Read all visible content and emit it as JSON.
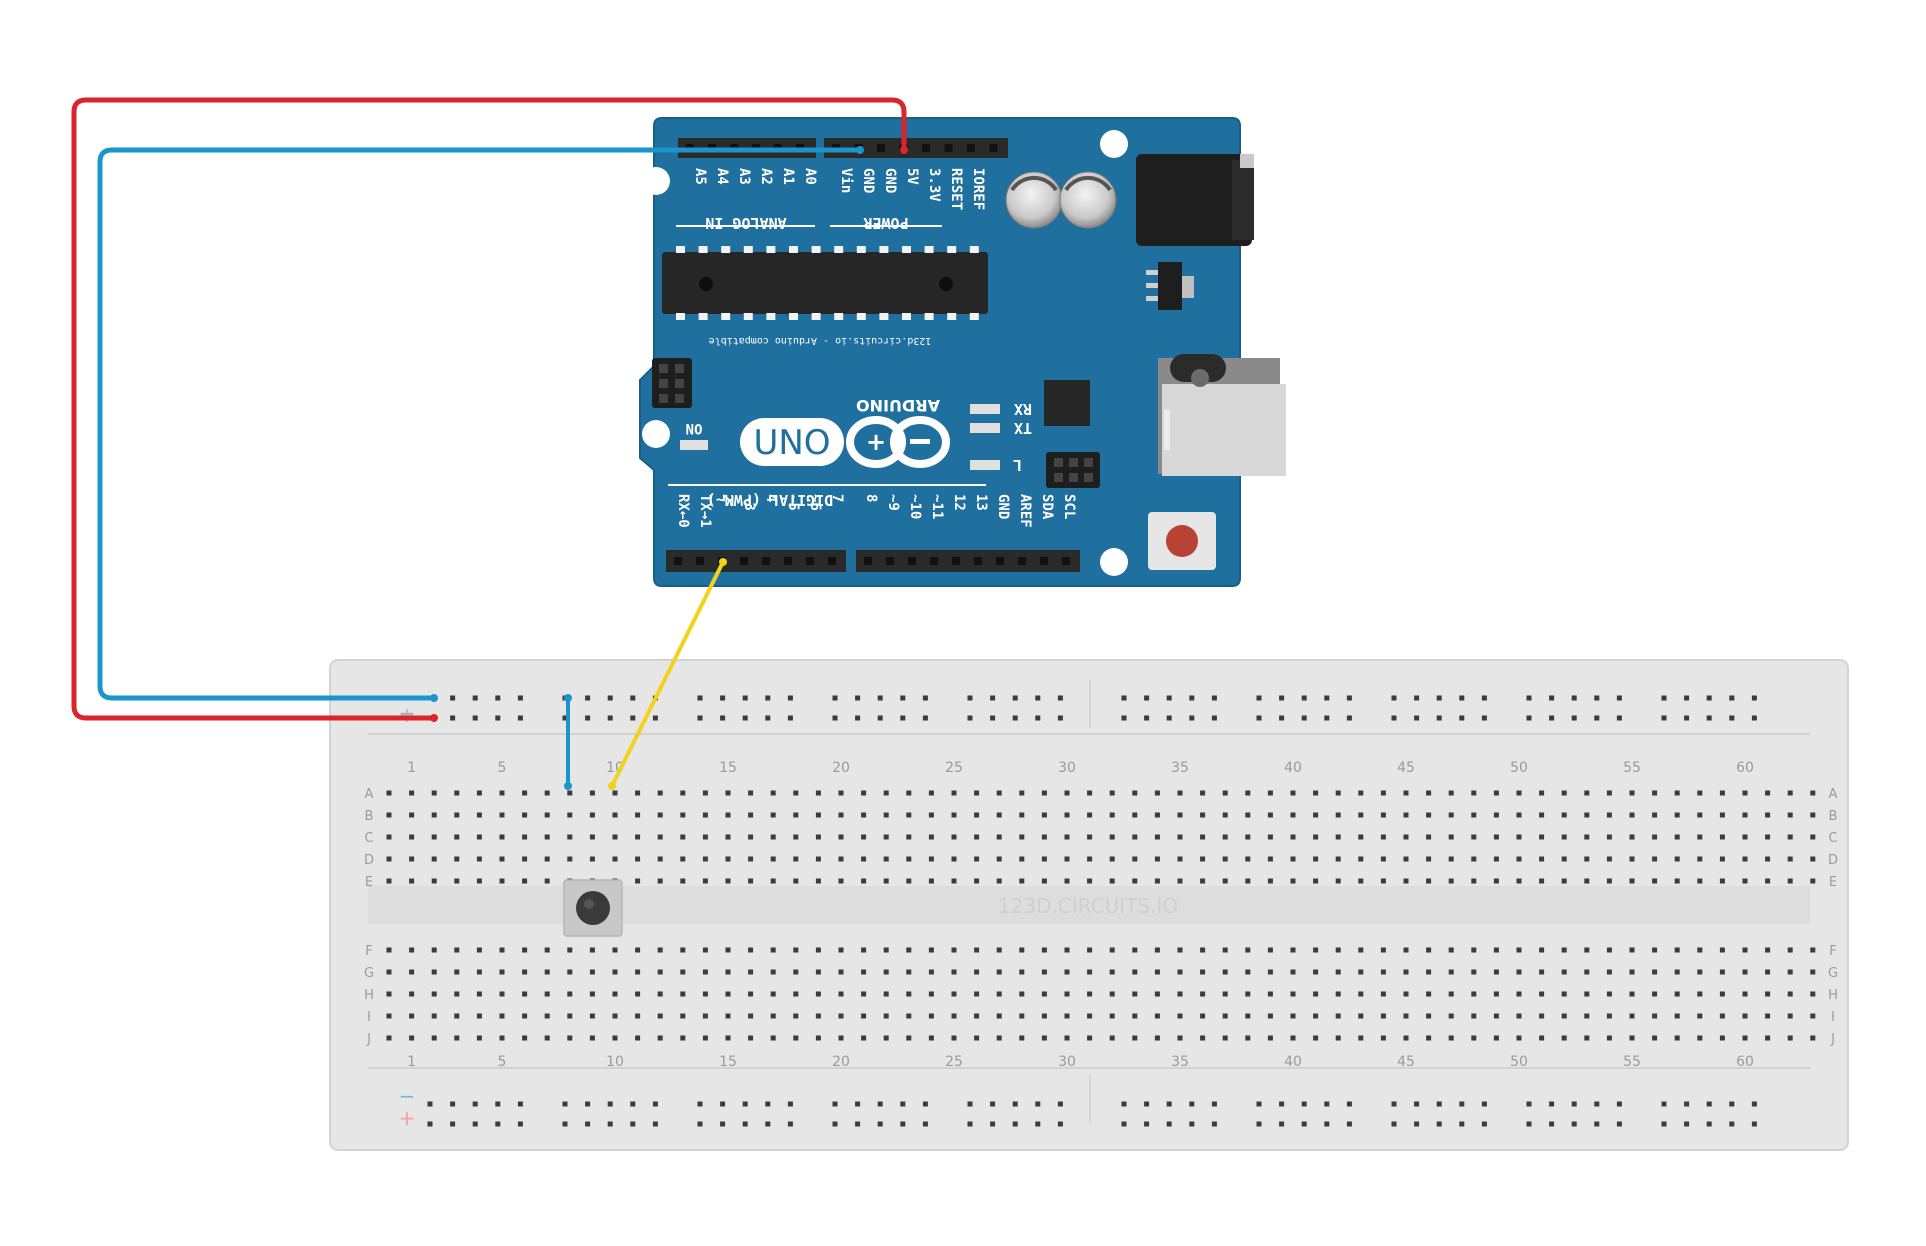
{
  "arduino": {
    "power_pins": [
      "IOREF",
      "RESET",
      "3.3V",
      "5V",
      "GND",
      "GND",
      "Vin"
    ],
    "analog_pins": [
      "A0",
      "A1",
      "A2",
      "A3",
      "A4",
      "A5"
    ],
    "power_label": "POWER",
    "analog_label": "ANALOG IN",
    "digital_pins": [
      "RX←0",
      "TX→1",
      "2",
      "~3",
      "4",
      "~5",
      "~6",
      "7",
      "8",
      "~9",
      "~10",
      "~11",
      "12",
      "13",
      "GND",
      "AREF",
      "SDA",
      "SCL"
    ],
    "digital_label": "DIGITAL (PWM~)",
    "chip_caption": "123d.circuits.io - Arduino compatible",
    "brand": "ARDUINO",
    "model": "UNO",
    "led_labels": [
      "RX",
      "TX",
      "L"
    ],
    "on_label": "ON"
  },
  "breadboard": {
    "watermark": "123D.CIRCUITS.IO",
    "column_numbers": [
      "1",
      "5",
      "10",
      "15",
      "20",
      "25",
      "30",
      "35",
      "40",
      "45",
      "50",
      "55",
      "60"
    ],
    "rows_top": [
      "A",
      "B",
      "C",
      "D",
      "E"
    ],
    "rows_bottom": [
      "F",
      "G",
      "H",
      "I",
      "J"
    ],
    "rail_minus": "−",
    "rail_plus": "+"
  },
  "wires": [
    {
      "name": "5V to + rail",
      "color": "#d9252b"
    },
    {
      "name": "GND to − rail",
      "color": "#1a96cd"
    },
    {
      "name": "pin 2 to pushbutton",
      "color": "#f2d31b"
    },
    {
      "name": "− rail to pushbutton",
      "color": "#1a96cd"
    }
  ],
  "colors": {
    "board": "#1f6f9f",
    "breadboard": "#e6e6e6"
  }
}
